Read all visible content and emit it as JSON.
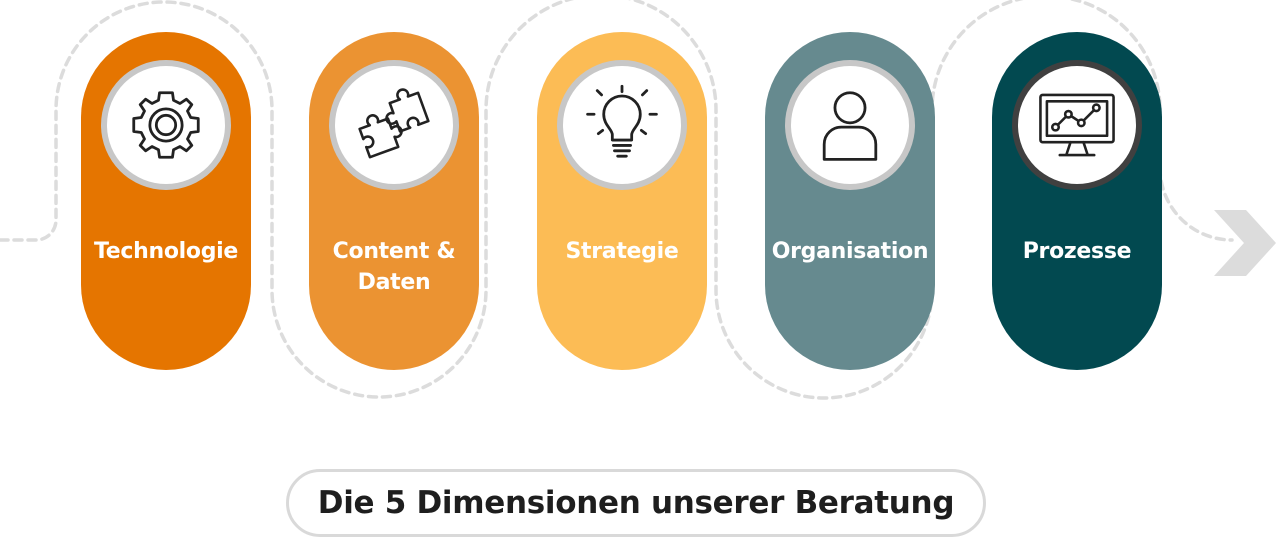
{
  "colors": {
    "technologie": "#e57500",
    "content_daten": "#eb9332",
    "strategie": "#fcbc55",
    "organisation": "#668a8f",
    "prozesse": "#024950",
    "connector": "#dcdcdc",
    "caption_text": "#1e1e1e"
  },
  "dimensions": [
    {
      "label": "Technologie",
      "icon": "gear-icon"
    },
    {
      "label": "Content &\nDaten",
      "icon": "puzzle-icon"
    },
    {
      "label": "Strategie",
      "icon": "lightbulb-icon"
    },
    {
      "label": "Organisation",
      "icon": "person-icon"
    },
    {
      "label": "Prozesse",
      "icon": "monitor-chart-icon"
    }
  ],
  "caption": "Die 5 Dimensionen unserer Beratung",
  "arrow_icon": "chevron-right-icon"
}
